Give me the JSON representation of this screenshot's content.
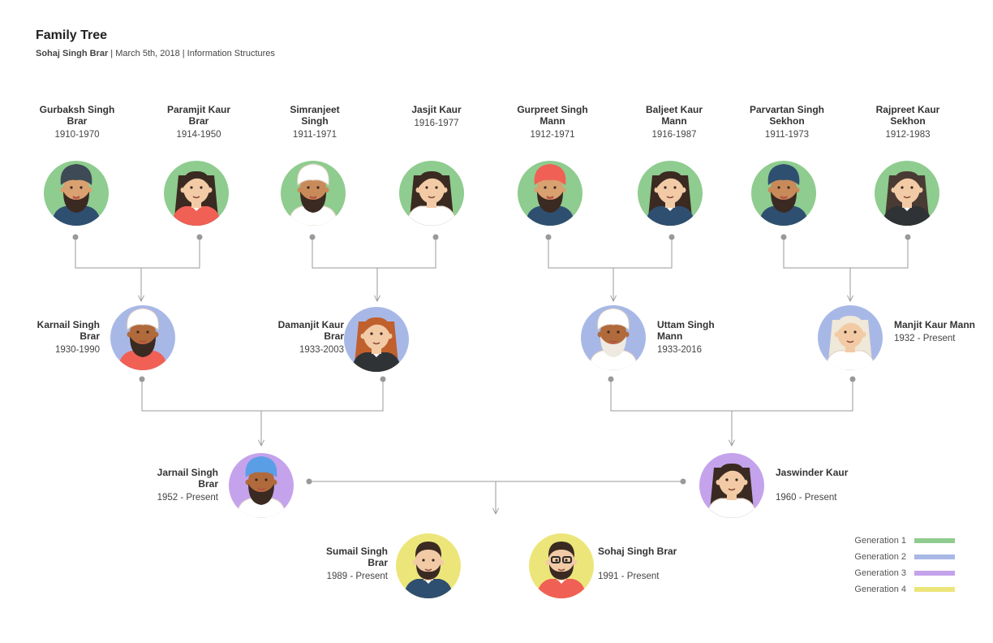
{
  "header": {
    "title": "Family Tree",
    "author": "Sohaj Singh Brar",
    "meta": " | March 5th, 2018 | Information Structures"
  },
  "colors": {
    "gen1": "#8fcc8f",
    "gen2": "#a8b8e6",
    "gen3": "#c4a3ec",
    "gen4": "#ece67a",
    "connector": "#999999"
  },
  "people": {
    "gurbaksh": {
      "name": "Gurbaksh Singh Brar",
      "years": "1910-1970",
      "generation": 1
    },
    "paramjit": {
      "name": "Paramjit Kaur Brar",
      "years": "1914-1950",
      "generation": 1
    },
    "simranjeet": {
      "name": "Simranjeet Singh",
      "years": "1911-1971",
      "generation": 1
    },
    "jasjit": {
      "name": "Jasjit Kaur",
      "years": "1916-1977",
      "generation": 1
    },
    "gurpreet": {
      "name": "Gurpreet Singh Mann",
      "years": "1912-1971",
      "generation": 1
    },
    "baljeet": {
      "name": "Baljeet Kaur Mann",
      "years": "1916-1987",
      "generation": 1
    },
    "parvartan": {
      "name": "Parvartan Singh Sekhon",
      "years": "1911-1973",
      "generation": 1
    },
    "rajpreet": {
      "name": "Rajpreet Kaur Sekhon",
      "years": "1912-1983",
      "generation": 1
    },
    "karnail": {
      "name": "Karnail Singh Brar",
      "years": "1930-1990",
      "generation": 2
    },
    "damanjit": {
      "name": "Damanjit Kaur Brar",
      "years": "1933-2003",
      "generation": 2
    },
    "uttam": {
      "name": "Uttam Singh Mann",
      "years": "1933-2016",
      "generation": 2
    },
    "manjit": {
      "name": "Manjit Kaur Mann",
      "years": "1932 - Present",
      "generation": 2
    },
    "jarnail": {
      "name": "Jarnail Singh Brar",
      "years": "1952 - Present",
      "generation": 3
    },
    "jaswinder": {
      "name": "Jaswinder Kaur",
      "years": "1960 - Present",
      "generation": 3
    },
    "sumail": {
      "name": "Sumail Singh Brar",
      "years": "1989 - Present",
      "generation": 4
    },
    "sohaj": {
      "name": "Sohaj Singh Brar",
      "years": "1991 - Present",
      "generation": 4
    }
  },
  "legend": [
    {
      "label": "Generation 1",
      "color": "#8fcc8f"
    },
    {
      "label": "Generation 2",
      "color": "#a8b8e6"
    },
    {
      "label": "Generation 3",
      "color": "#c4a3ec"
    },
    {
      "label": "Generation 4",
      "color": "#ece67a"
    }
  ]
}
